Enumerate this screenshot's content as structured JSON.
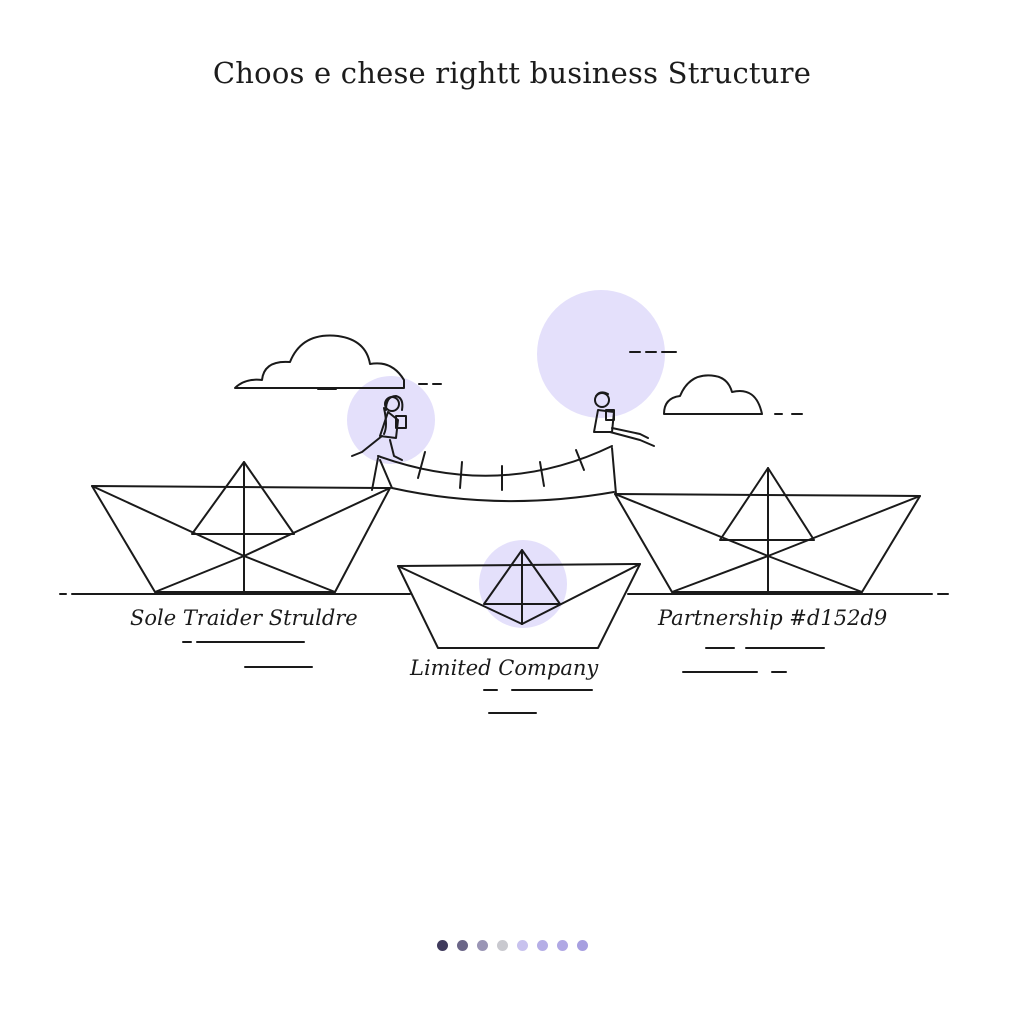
{
  "header": {
    "title": "Choos e chese rightt business Structure"
  },
  "options": [
    {
      "label": "Sole Traider Struldre"
    },
    {
      "label": "Limited Company"
    },
    {
      "label": "Partnership #d152d9"
    }
  ],
  "pager": {
    "dots": [
      {
        "color": "#3f3a5c"
      },
      {
        "color": "#6b6688"
      },
      {
        "color": "#9a95b5"
      },
      {
        "color": "#c9c9cf"
      },
      {
        "color": "#c8c2ee"
      },
      {
        "color": "#b5aee6"
      },
      {
        "color": "#b0a8e4"
      },
      {
        "color": "#a79fe0"
      }
    ]
  },
  "colors": {
    "accent": "#e4e0fb",
    "line": "#1a1a1a"
  },
  "icons": [
    "cloud-icon",
    "paper-boat-icon",
    "person-icon",
    "bridge-icon"
  ]
}
